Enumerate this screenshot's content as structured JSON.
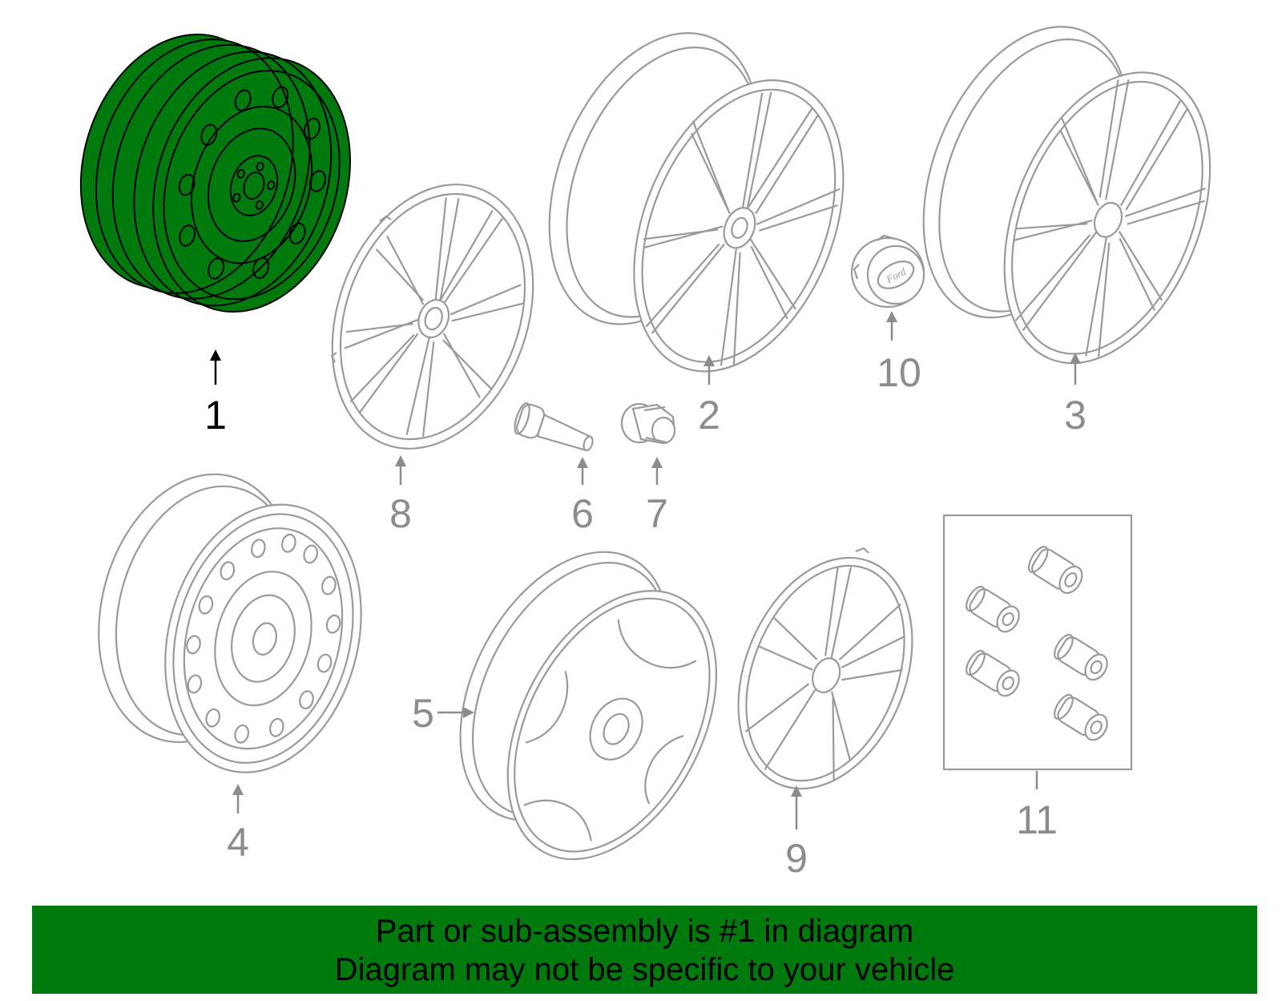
{
  "diagram": {
    "highlight_color": "#007a0c",
    "highlighted_part": "1",
    "callouts": {
      "c1": "1",
      "c2": "2",
      "c3": "3",
      "c4": "4",
      "c5": "5",
      "c6": "6",
      "c7": "7",
      "c8": "8",
      "c9": "9",
      "c10": "10",
      "c11": "11"
    },
    "parts": [
      {
        "number": "1",
        "icon": "steel-wheel-icon",
        "highlighted": true
      },
      {
        "number": "2",
        "icon": "alloy-wheel-icon"
      },
      {
        "number": "3",
        "icon": "alloy-wheel-icon"
      },
      {
        "number": "4",
        "icon": "steel-wheel-icon"
      },
      {
        "number": "5",
        "icon": "spare-wheel-icon"
      },
      {
        "number": "6",
        "icon": "valve-stem-icon"
      },
      {
        "number": "7",
        "icon": "lug-nut-icon"
      },
      {
        "number": "8",
        "icon": "wheel-cover-icon"
      },
      {
        "number": "9",
        "icon": "wheel-cover-icon"
      },
      {
        "number": "10",
        "icon": "center-cap-icon"
      },
      {
        "number": "11",
        "icon": "lock-nut-kit-icon"
      }
    ]
  },
  "banner": {
    "line1": "Part or sub-assembly is #1 in diagram",
    "line2": "Diagram may not be specific to your vehicle",
    "background": "#007a0c"
  }
}
